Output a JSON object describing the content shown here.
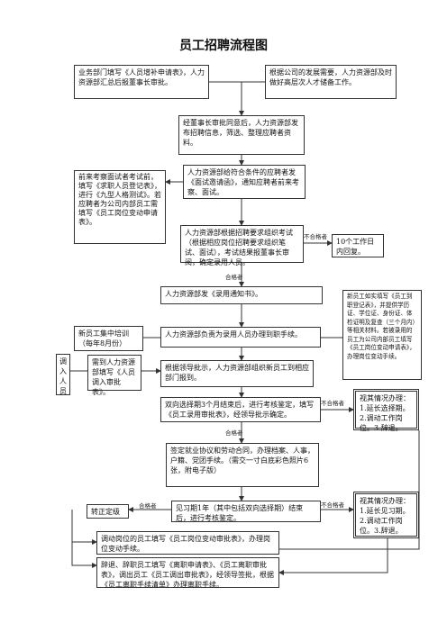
{
  "title": "员工招聘流程图",
  "boxes": {
    "dept_request": "业务部门填写《人员增补申请表》，人力资源部汇总后报董事长审批。",
    "hr_reserve": "根据公司的发展需要，人力资源部及时做好高层次人才储备工作。",
    "chairman_approve": "经董事长审批同意后，人力资源部发布招聘信息，筛选、整理应聘者资料。",
    "notify_interview": "人力资源部给符合条件的应聘者发《面试邀请函》，通知应聘者前来考察、面试。",
    "visit_note": "前来考察面试者考试前，填写《求职人员登记表》，进行《九型人格测试》。若应聘者为公司内部员工需填写《员工岗位变动申请表》。",
    "organize_tests": "人力资源部根据招聘要求组织考试（根据相应岗位招聘要求组织笔试、面试），考试结果报董事长审阅，确定录用人员。",
    "reply": "10个工作日内回复。",
    "offer": "人力资源部发《录用通知书》。",
    "docs_note": "新员工如实填写《员工到职登记表》，并提供学历证、学位证、身份证、体检证明及复查（三个月内）等相关材料。若被录用的员工为公司内部员工填写《员工岗位变动申请表》，办理岗位变动手续。",
    "training": "新员工集中培训（每年8月份）",
    "onboard": "人力资源部负责为录用人员办理到职手续。",
    "transfer_note": "需到人力资源部填写《人员调入审批表》。",
    "report": "根据领导批示，人力资源部组织新员工到相应部门报到。",
    "probation": "双向选择期3个月结束后，进行考核鉴定，填写《员工录用审批表》，经领导批示确定。",
    "decide1": "视其情况办理：1.延长选择期。2.调动工作岗位。3.辞退。",
    "contract": "签定就业协议和劳动合同，办理档案、人事，户籍、党团手续。（需交一寸白底彩色照片6张，附电子版）",
    "intern": "见习期1年（其中包括双向选择期）结束后，进行考核鉴定。",
    "regular": "转正定级",
    "decide2": "视其情况办理：1.延长见习期。2.调动工作岗位。3.辞退。",
    "job_change": "调动岗位的员工填写《员工岗位变动审批表》，办理岗位变动手续。",
    "resign": "辞退、辞职员工填写《离职申请表》、《员工离职审批表》，调出员工《员工调出审批表》，经领导签批，根据《员工离职手续清单》办理离职手续。"
  },
  "vertical_box": "调入人员",
  "labels": {
    "fail1": "不合格者",
    "pass1": "合格者",
    "fail2": "不合格者",
    "pass2": "合格者",
    "pass3": "合格者",
    "fail3": "不合格者"
  },
  "colors": {
    "line": "#333333",
    "border": "#333333"
  }
}
